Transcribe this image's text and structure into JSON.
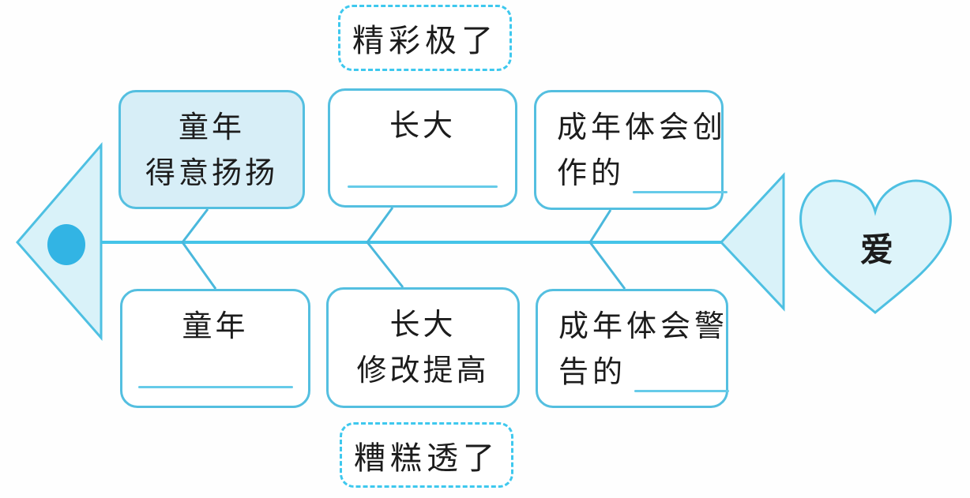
{
  "fishbone": {
    "axis_top_label": "精彩极了",
    "axis_bottom_label": "糟糕透了",
    "tail_heart_label": "爱",
    "top_row": [
      {
        "title": "童年",
        "subtitle": "得意扬扬",
        "highlighted": true,
        "blank": false
      },
      {
        "title": "长大",
        "subtitle": "",
        "highlighted": false,
        "blank": true
      },
      {
        "title": "成年体会创",
        "subtitle": "作的",
        "highlighted": false,
        "blank": true
      }
    ],
    "bottom_row": [
      {
        "title": "童年",
        "subtitle": "",
        "highlighted": false,
        "blank": true
      },
      {
        "title": "长大",
        "subtitle": "修改提高",
        "highlighted": false,
        "blank": false
      },
      {
        "title": "成年体会警",
        "subtitle": "告的",
        "highlighted": false,
        "blank": true
      }
    ],
    "colors": {
      "accent_border": "#54bfe0",
      "shape_fill": "#d9f2f9",
      "highlight_box_fill": "#d7eef7",
      "eye_fill": "#32b4e4",
      "spine": "#45c4e8",
      "dashed_border": "#3ec8ee",
      "underline": "#66cbe9",
      "text": "#1c1c1c"
    }
  }
}
